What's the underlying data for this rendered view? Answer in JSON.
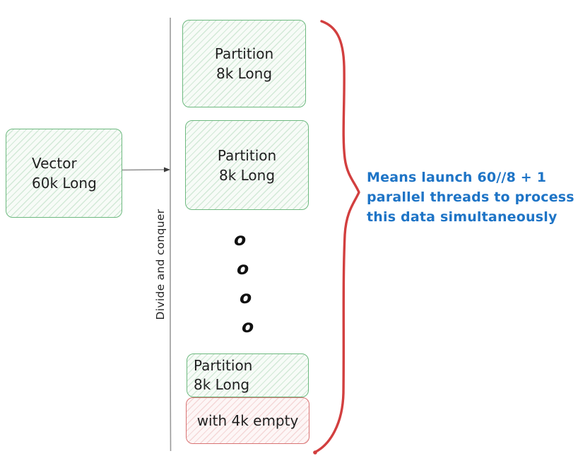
{
  "diagram": {
    "vector_box": {
      "lines": [
        "Vector",
        "60k Long"
      ]
    },
    "divider_label": "Divide and conquer",
    "partition_top": {
      "lines": [
        "Partition",
        "8k Long"
      ]
    },
    "partition_mid": {
      "lines": [
        "Partition",
        "8k Long"
      ]
    },
    "partition_bottom": {
      "lines": [
        "Partition",
        "8k Long"
      ]
    },
    "empty_box": {
      "label": "with 4k empty"
    },
    "ellipsis_dots": [
      "o",
      "o",
      "o",
      "o"
    ],
    "annotation": {
      "lines": [
        "Means launch 60//8 + 1",
        "parallel threads to process",
        "this data simultaneously"
      ]
    },
    "colors": {
      "green_border": "#6db97f",
      "green_fill": "#f7fbf7",
      "red_border": "#d97474",
      "red_fill": "#fdf6f6",
      "brace_red": "#d23f3f",
      "annotation_blue": "#1e74c6",
      "divider_gray": "#9a9a9a",
      "text_dark": "#1f1f1f"
    }
  }
}
